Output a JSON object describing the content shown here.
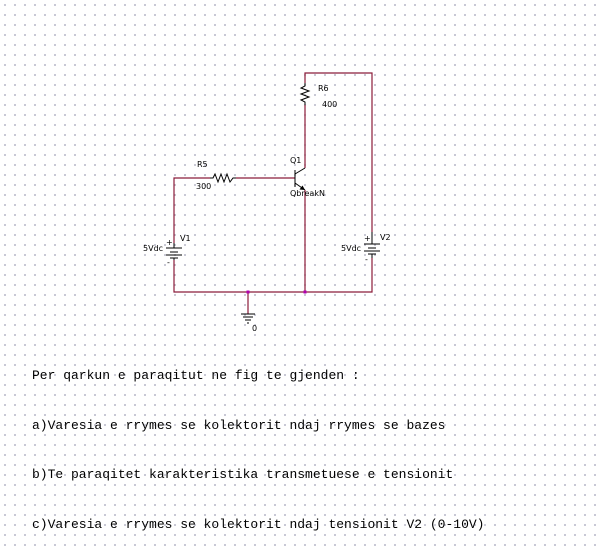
{
  "schematic": {
    "resistor_r6": {
      "name": "R6",
      "value": "400"
    },
    "resistor_r5": {
      "name": "R5",
      "value": "300"
    },
    "transistor_q1": {
      "name": "Q1",
      "model": "QbreakN"
    },
    "source_v1": {
      "name": "V1",
      "value": "5Vdc"
    },
    "source_v2": {
      "name": "V2",
      "value": "5Vdc"
    },
    "ground": {
      "label": "0"
    }
  },
  "task": {
    "intro": "Per qarkun e paraqitut ne fig te gjenden :",
    "items": [
      "a)Varesia e rrymes se kolektorit ndaj rrymes se bazes",
      "b)Te paraqitet karakteristika transmetuese e tensionit",
      "c)Varesia e rrymes se kolektorit ndaj tensionit V2 (0-10V)"
    ]
  },
  "colors": {
    "wire": "#8b1c3a",
    "junction": "#b000b0",
    "component": "#000000",
    "grid_dot": "#b9b9c9"
  }
}
